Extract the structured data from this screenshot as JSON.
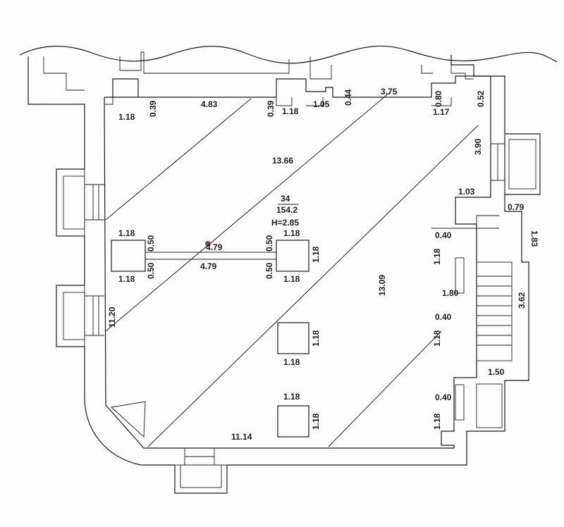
{
  "room": {
    "number": "34",
    "area": "154.2",
    "height": "H=2.85"
  },
  "dimensions": {
    "d_118_top_left": "1.18",
    "d_039_a": "0.39",
    "d_483": "4.83",
    "d_039_b": "0.39",
    "d_118_top_mid": "1.18",
    "d_105": "1.05",
    "d_044": "0.44",
    "d_375": "3.75",
    "d_080": "0.80",
    "d_117": "1.17",
    "d_052": "0.52",
    "d_1366": "13.66",
    "d_390": "3.90",
    "d_103": "1.03",
    "d_079": "0.79",
    "d_183": "1.83",
    "d_040_a": "0.40",
    "d_118_right_a": "1.18",
    "d_180": "1.80",
    "d_040_b": "0.40",
    "d_118_right_b": "1.18",
    "d_362": "3.62",
    "d_150": "1.50",
    "d_040_c": "0.40",
    "d_118_right_c": "1.18",
    "d_1309": "13.09",
    "d_1120": "11.20",
    "d_1114": "11.14",
    "col1_top": "1.18",
    "col1_bottom": "1.18",
    "col1_050_top": "0.50",
    "col1_050_bottom": "0.50",
    "beam_top": "4.79",
    "beam_bottom": "4.79",
    "col2_050_top": "0.50",
    "col2_050_bottom": "0.50",
    "col2_top": "1.18",
    "col2_bottom": "1.18",
    "col2_side": "1.18",
    "col3_side": "1.18",
    "col3_bottom": "1.18",
    "col4_top": "1.18",
    "col4_side": "1.18"
  },
  "colors": {
    "line": "#1a1a1a",
    "background": "#fdfdfd",
    "marker": "#8b4a3a"
  }
}
